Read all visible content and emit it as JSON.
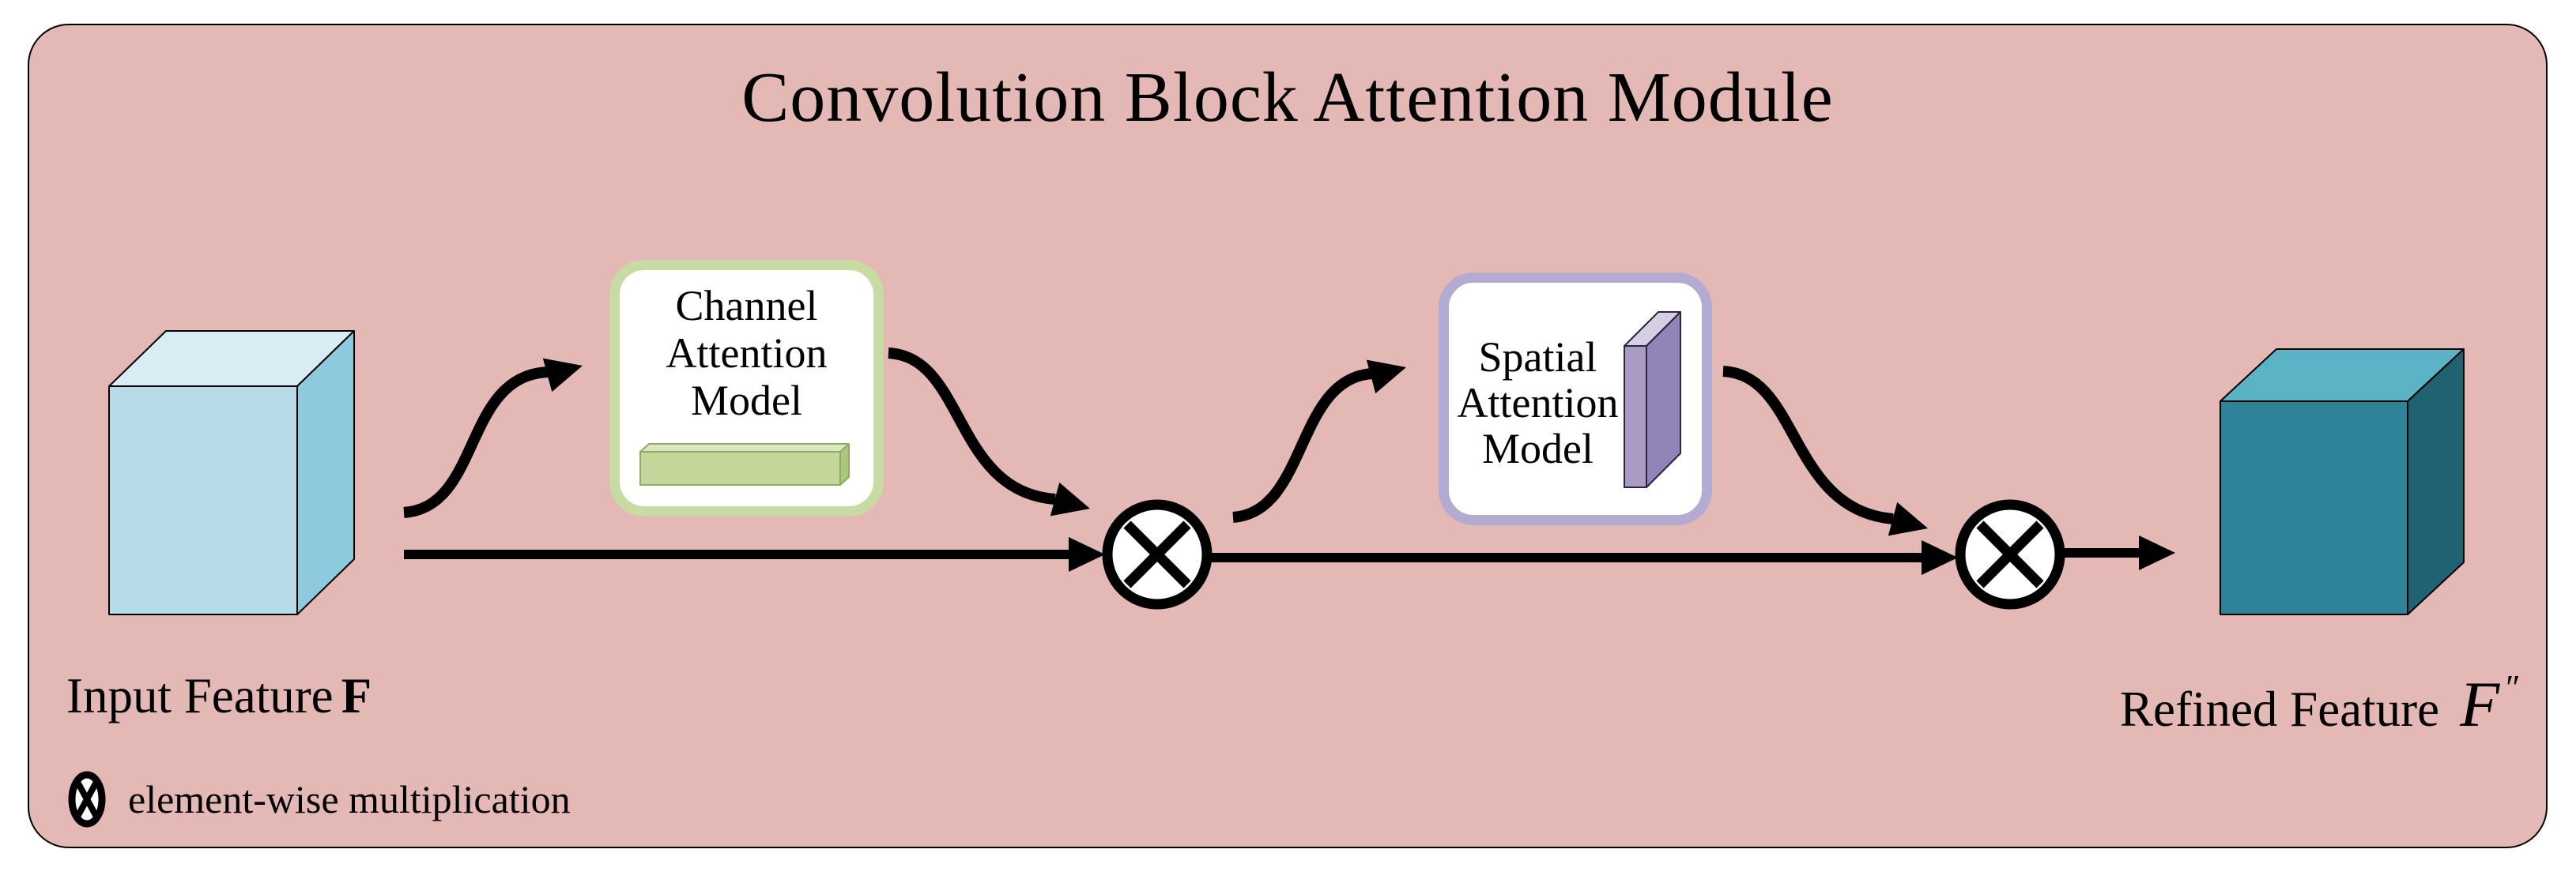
{
  "title": "Convolution Block Attention Module",
  "blocks": {
    "channel": {
      "label": "Channel\nAttention\nModel"
    },
    "spatial": {
      "label": "Spatial\nAttention\nModel"
    }
  },
  "input_feature": {
    "label": "Input Feature",
    "symbol": "F"
  },
  "refined_feature": {
    "label": "Refined Feature",
    "symbol": "F",
    "prime": "″"
  },
  "legend": {
    "operator": "element-wise multiplication"
  },
  "colors": {
    "panel_bg": "#E3B8B5",
    "outline": "#000000",
    "channel_border": "#C8DBA3",
    "spatial_border": "#B3ABD1",
    "arrow": "#000000",
    "input_front": "#B7DBE7",
    "input_top": "#D8ECF3",
    "input_side": "#8ECADD",
    "refined_front": "#2E8399",
    "refined_top": "#5CB3C6",
    "refined_side": "#206271",
    "bar_front": "#C3D79B",
    "bar_top": "#DBE7C0",
    "bar_side": "#A9C77D",
    "bar_stroke": "#90AB63",
    "slab_front": "#A99BC4",
    "slab_top": "#D5CEE5",
    "slab_side": "#9184B8"
  }
}
